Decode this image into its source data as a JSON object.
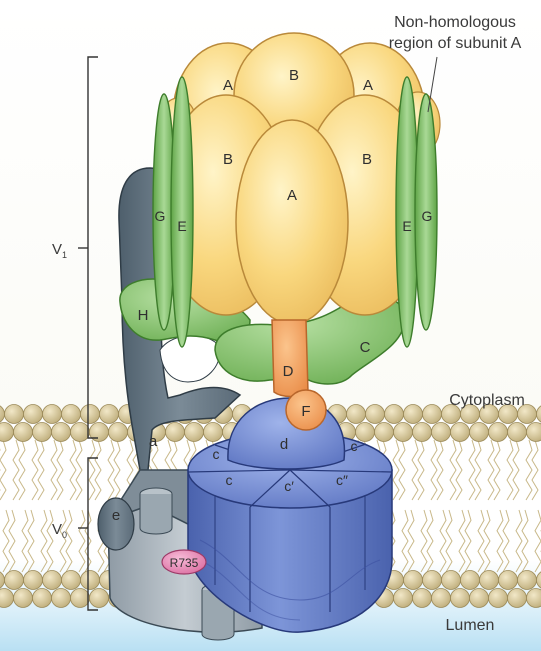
{
  "colors": {
    "subunit_AB": "#f9d77e",
    "subunit_EG_H_C": "#7fbf63",
    "subunit_D": "#ef9a5c",
    "subunit_F": "#f0a25e",
    "subunit_a": "#5f7180",
    "subunit_d_c_ring": "#5f78c4",
    "membrane_heads": "#d8c89c",
    "lumen": "#cfe9f6",
    "R735": "#e98ab8"
  },
  "annotations": {
    "non_homologous_line1": "Non-homologous",
    "non_homologous_line2": "region of subunit A",
    "cytoplasm": "Cytoplasm",
    "lumen": "Lumen",
    "v1_main": "V",
    "v1_sub": "1",
    "v0_main": "V",
    "v0_sub": "0"
  },
  "subunits": {
    "A_top_left": "A",
    "B_top_center": "B",
    "A_top_right": "A",
    "B_left": "B",
    "A_center": "A",
    "B_right": "B",
    "G_left": "G",
    "E_left": "E",
    "E_right": "E",
    "G_right": "G",
    "H": "H",
    "C": "C",
    "D": "D",
    "F": "F",
    "a": "a",
    "d": "d",
    "c_top_left": "c",
    "c_top_right": "c",
    "c_left": "c",
    "c_prime": "c′",
    "c_double_prime": "c″",
    "e": "e",
    "R735": "R735"
  }
}
